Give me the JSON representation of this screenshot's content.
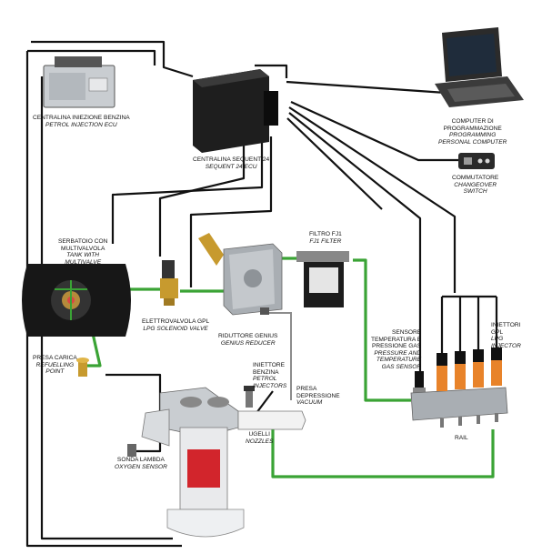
{
  "components": {
    "petrol_ecu": {
      "label_it": "CENTRALINA INIEZIONE BENZINA",
      "label_en": "PETROL INJECTION ECU"
    },
    "sequent_ecu": {
      "label_it": "CENTRALINA SEQUENT 24",
      "label_en": "SEQUENT 24 ECU"
    },
    "computer": {
      "label_it_1": "COMPUTER DI",
      "label_it_2": "PROGRAMMAZIONE",
      "label_en_1": "PROGRAMMING",
      "label_en_2": "PERSONAL COMPUTER"
    },
    "switch": {
      "label_it": "COMMUTATORE",
      "label_en_1": "CHANGEOVER",
      "label_en_2": "SWITCH"
    },
    "tank": {
      "label_it_1": "SERBATOIO CON",
      "label_it_2": "MULTIVALVOLA",
      "label_en_1": "TANK WITH",
      "label_en_2": "MULTIVALVE"
    },
    "filter": {
      "label_it": "FILTRO FJ1",
      "label_en": "FJ1 FILTER"
    },
    "solenoid": {
      "label_it": "ELETTROVALVOLA GPL",
      "label_en": "LPG SOLENOID VALVE"
    },
    "reducer": {
      "label_it": "RIDUTTORE GENIUS",
      "label_en": "GENIUS REDUCER"
    },
    "refuel": {
      "label_it": "PRESA CARICA",
      "label_en_1": "REFUELLING",
      "label_en_2": "POINT"
    },
    "petrol_injector": {
      "label_it_1": "INIETTORE",
      "label_it_2": "BENZINA",
      "label_en_1": "PETROL",
      "label_en_2": "INJECTORS"
    },
    "vacuum": {
      "label_it_1": "PRESA",
      "label_it_2": "DEPRESSIONE",
      "label_en": "VACUUM"
    },
    "sensor": {
      "label_it_1": "SENSORE",
      "label_it_2": "TEMPERATURA E",
      "label_it_3": "PRESSIONE GAS",
      "label_en_1": "PRESSURE AND",
      "label_en_2": "TEMPERATURE",
      "label_en_3": "GAS SENSOR"
    },
    "lpg_injector": {
      "label_it_1": "INIETTORI",
      "label_it_2": "GPL",
      "label_en_1": "LPG",
      "label_en_2": "INJECTOR"
    },
    "rail": {
      "label": "RAIL"
    },
    "nozzles": {
      "label_it": "UGELLI",
      "label_en": "NOZZLES"
    },
    "lambda": {
      "label_it": "SONDA LAMBDA",
      "label_en": "OXYGEN SENSOR"
    }
  },
  "colors": {
    "wire": "#111111",
    "gas_pipe": "#3aa335",
    "injector_coil": "#e8832a",
    "piston": "#d2252c",
    "metal": "#a9aeb3"
  }
}
